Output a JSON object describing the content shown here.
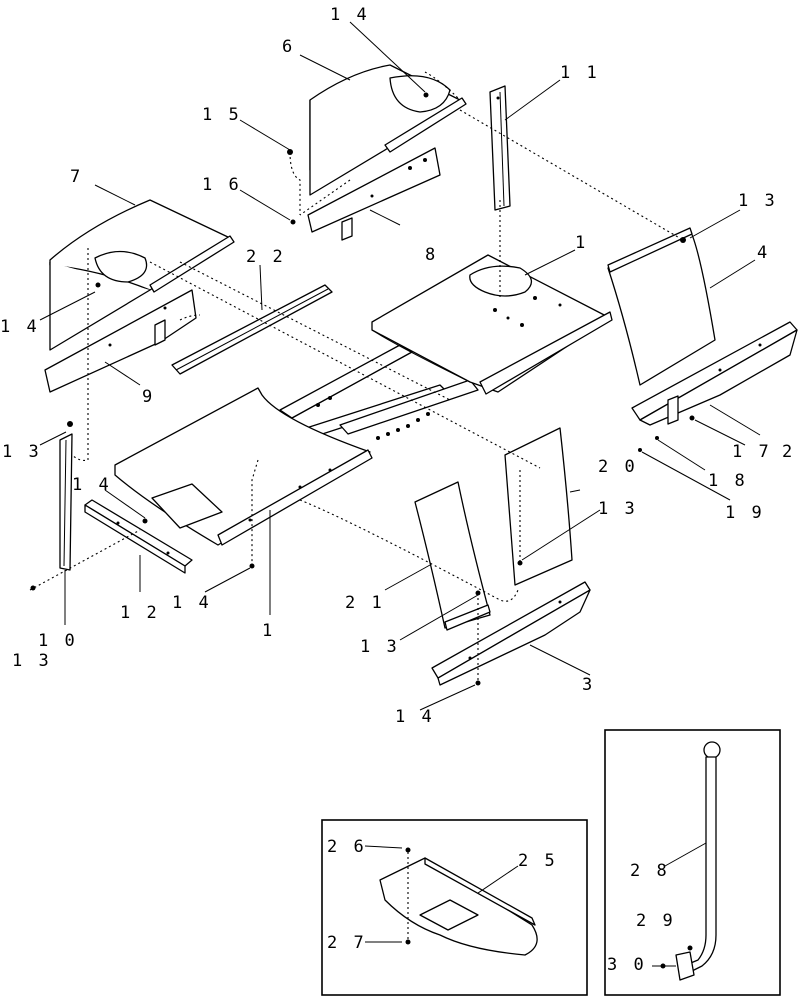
{
  "diagram": {
    "callouts": {
      "c1a": "1",
      "c1b": "1",
      "c2": "2",
      "c3": "3",
      "c4": "4",
      "c6": "6",
      "c7": "7",
      "c8": "8",
      "c9": "9",
      "c10": "1 0",
      "c11": "1 1",
      "c12": "1 2",
      "c13a": "1 3",
      "c13b": "1 3",
      "c13c": "1 3",
      "c13d": "1 3",
      "c13e": "1 3",
      "c14a": "1 4",
      "c14b": "1 4",
      "c14c": "1 4",
      "c14d": "1 4",
      "c14e": "1 4",
      "c15": "1 5",
      "c16": "1 6",
      "c17": "1 7",
      "c18": "1 8",
      "c19": "1 9",
      "c20": "2 0",
      "c21": "2 1",
      "c22": "2 2",
      "c25": "2 5",
      "c26": "2 6",
      "c27": "2 7",
      "c28": "2 8",
      "c29": "2 9",
      "c30": "3 0"
    }
  }
}
